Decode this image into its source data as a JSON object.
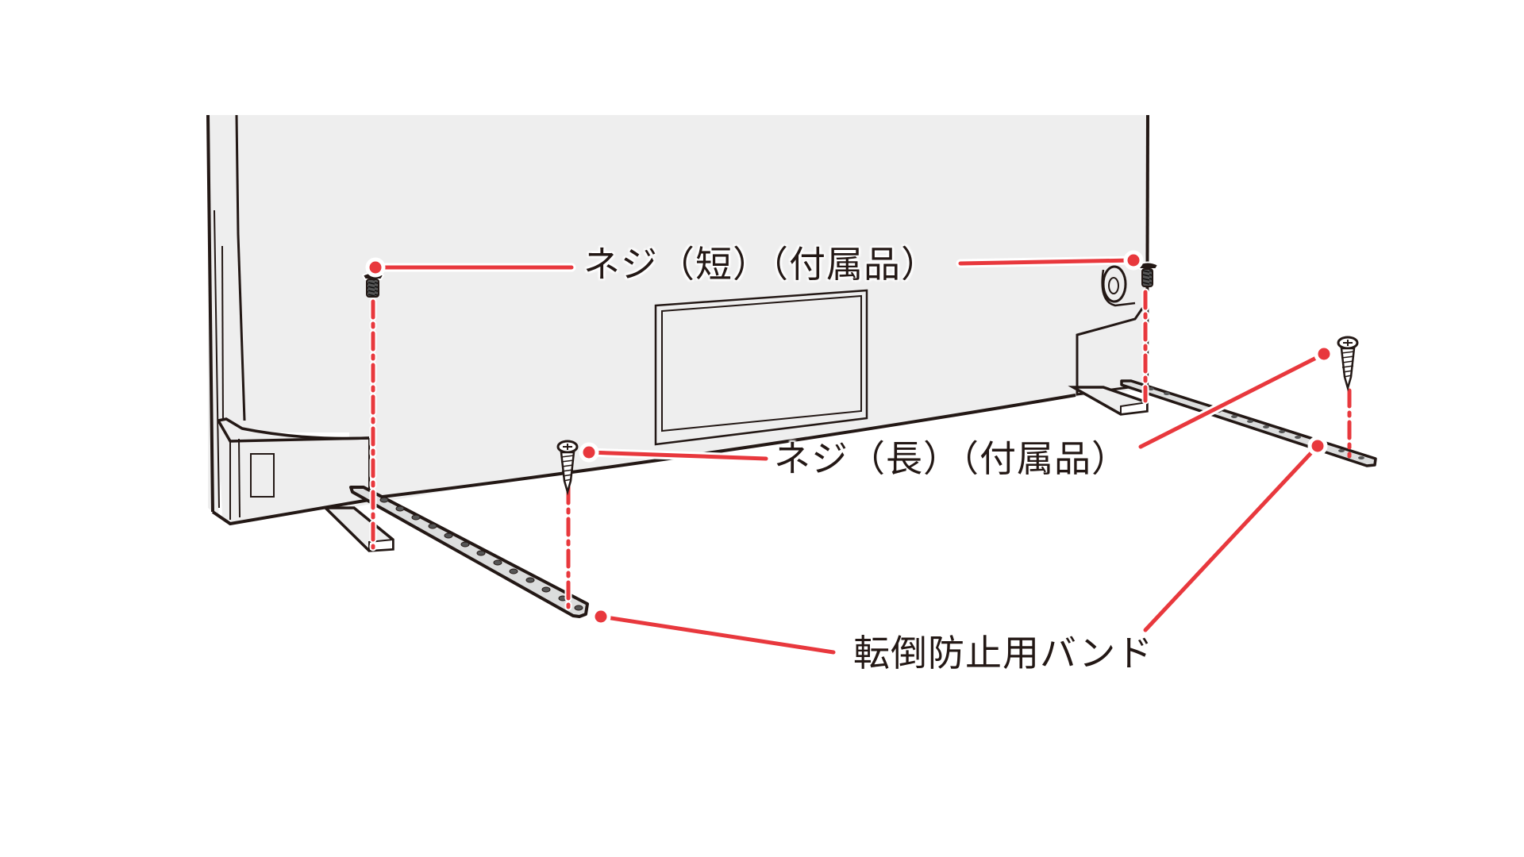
{
  "diagram": {
    "subject": "TV rear base with anti-tip band installation",
    "accent_color": "#e8383d",
    "outline_color": "#231815",
    "panel_fill": "#eeeeee",
    "band_fill": "#dcdddd",
    "labels": {
      "short_screw": "ネジ（短）（付属品）",
      "long_screw": "ネジ（長）（付属品）",
      "anti_tip_band": "転倒防止用バンド"
    },
    "parts": [
      {
        "id": "short-screw-left",
        "type": "short-screw"
      },
      {
        "id": "short-screw-right",
        "type": "short-screw"
      },
      {
        "id": "long-screw-left",
        "type": "long-screw"
      },
      {
        "id": "long-screw-right",
        "type": "long-screw"
      },
      {
        "id": "band-left",
        "type": "anti-tip-band"
      },
      {
        "id": "band-right",
        "type": "anti-tip-band"
      }
    ]
  }
}
